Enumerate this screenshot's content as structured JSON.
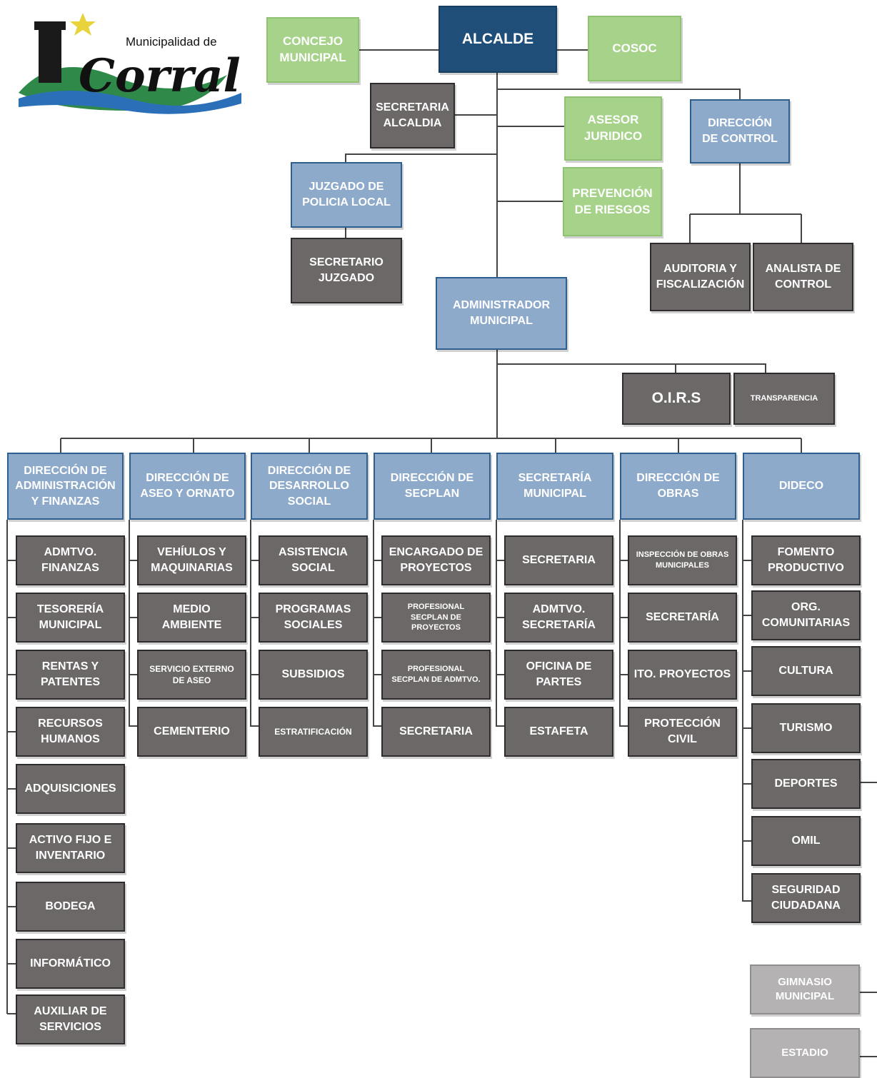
{
  "logo": {
    "text_top": "Municipalidad de",
    "text_main": "Corral"
  },
  "colors": {
    "green": "#a6d28a",
    "navy": "#1f4e79",
    "blue": "#8eaacb",
    "dark": "#6d6868",
    "light": "#b4b2b2"
  },
  "top": {
    "alcalde": "ALCALDE",
    "concejo": "CONCEJO\nMUNICIPAL",
    "cosoc": "COSOC",
    "secretaria_alcaldia": "SECRETARIA\nALCALDIA",
    "asesor_juridico": "ASESOR\nJURIDICO",
    "direccion_control": "DIRECCIÓN\nDE CONTROL",
    "juzgado": "JUZGADO DE\nPOLICIA LOCAL",
    "prevencion": "PREVENCIÓN\nDE RIESGOS",
    "secretario_juzgado": "SECRETARIO\nJUZGADO",
    "auditoria": "AUDITORIA Y\nFISCALIZACIÓN",
    "analista": "ANALISTA DE\nCONTROL",
    "administrador": "ADMINISTRADOR\nMUNICIPAL",
    "oirs": "O.I.R.S",
    "transparencia": "TRANSPARENCIA"
  },
  "directorates": [
    {
      "name": "DIRECCIÓN DE\nADMINISTRACIÓN\nY FINANZAS",
      "units": [
        "ADMTVO.\nFINANZAS",
        "TESORERÍA\nMUNICIPAL",
        "RENTAS Y\nPATENTES",
        "RECURSOS\nHUMANOS",
        "ADQUISICIONES",
        "ACTIVO FIJO E\nINVENTARIO",
        "BODEGA",
        "INFORMÁTICO",
        "AUXILIAR DE\nSERVICIOS"
      ]
    },
    {
      "name": "DIRECCIÓN DE\nASEO Y ORNATO",
      "units": [
        "VEHÍULOS Y\nMAQUINARIAS",
        "MEDIO\nAMBIENTE",
        "SERVICIO EXTERNO\nDE ASEO",
        "CEMENTERIO"
      ]
    },
    {
      "name": "DIRECCIÓN DE\nDESARROLLO\nSOCIAL",
      "units": [
        "ASISTENCIA\nSOCIAL",
        "PROGRAMAS\nSOCIALES",
        "SUBSIDIOS",
        "ESTRATIFICACIÓN"
      ]
    },
    {
      "name": "DIRECCIÓN DE\nSECPLAN",
      "units": [
        "ENCARGADO DE\nPROYECTOS",
        "PROFESIONAL\nSECPLAN DE\nPROYECTOS",
        "PROFESIONAL\nSECPLAN DE ADMTVO.",
        "SECRETARIA"
      ]
    },
    {
      "name": "SECRETARÍA\nMUNICIPAL",
      "units": [
        "SECRETARIA",
        "ADMTVO.\nSECRETARÍA",
        "OFICINA DE\nPARTES",
        "ESTAFETA"
      ]
    },
    {
      "name": "DIRECCIÓN DE\nOBRAS",
      "units": [
        "INSPECCIÓN DE OBRAS\nMUNICIPALES",
        "SECRETARÍA",
        "ITO. PROYECTOS",
        "PROTECCIÓN\nCIVIL"
      ]
    },
    {
      "name": "DIDECO",
      "units": [
        "FOMENTO\nPRODUCTIVO",
        "ORG.\nCOMUNITARIAS",
        "CULTURA",
        "TURISMO",
        "DEPORTES",
        "OMIL",
        "SEGURIDAD\nCIUDADANA"
      ]
    }
  ],
  "dideco_extra": [
    "GIMNASIO\nMUNICIPAL",
    "ESTADIO"
  ]
}
